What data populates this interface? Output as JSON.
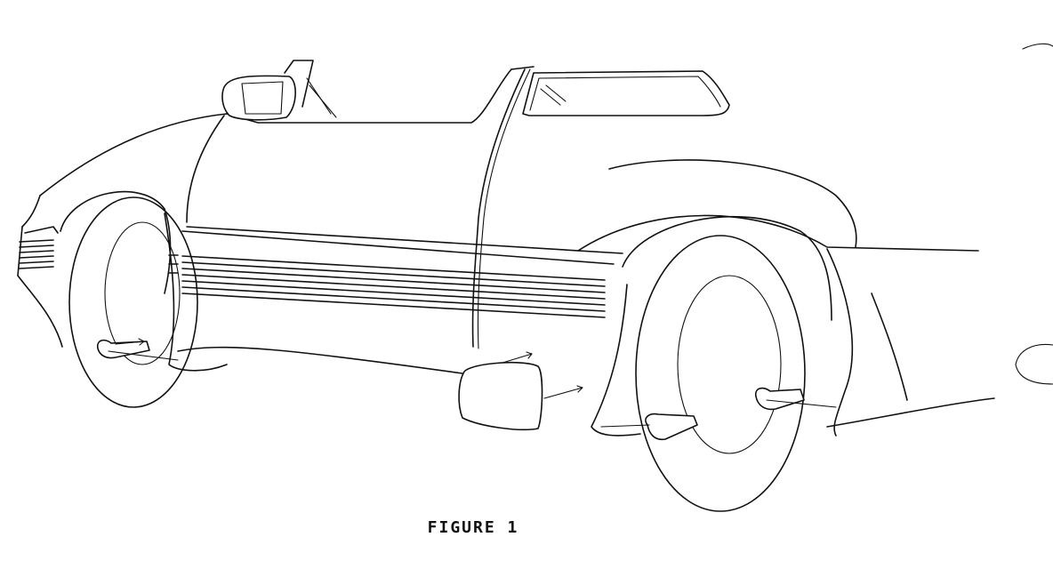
{
  "figure": {
    "caption": "FIGURE 1"
  },
  "parts": {
    "mirror": "side-mirror",
    "mud_flap": "mud-flap-panel",
    "mounting_brackets": [
      "front-bracket",
      "center-bracket",
      "rear-bracket"
    ]
  }
}
